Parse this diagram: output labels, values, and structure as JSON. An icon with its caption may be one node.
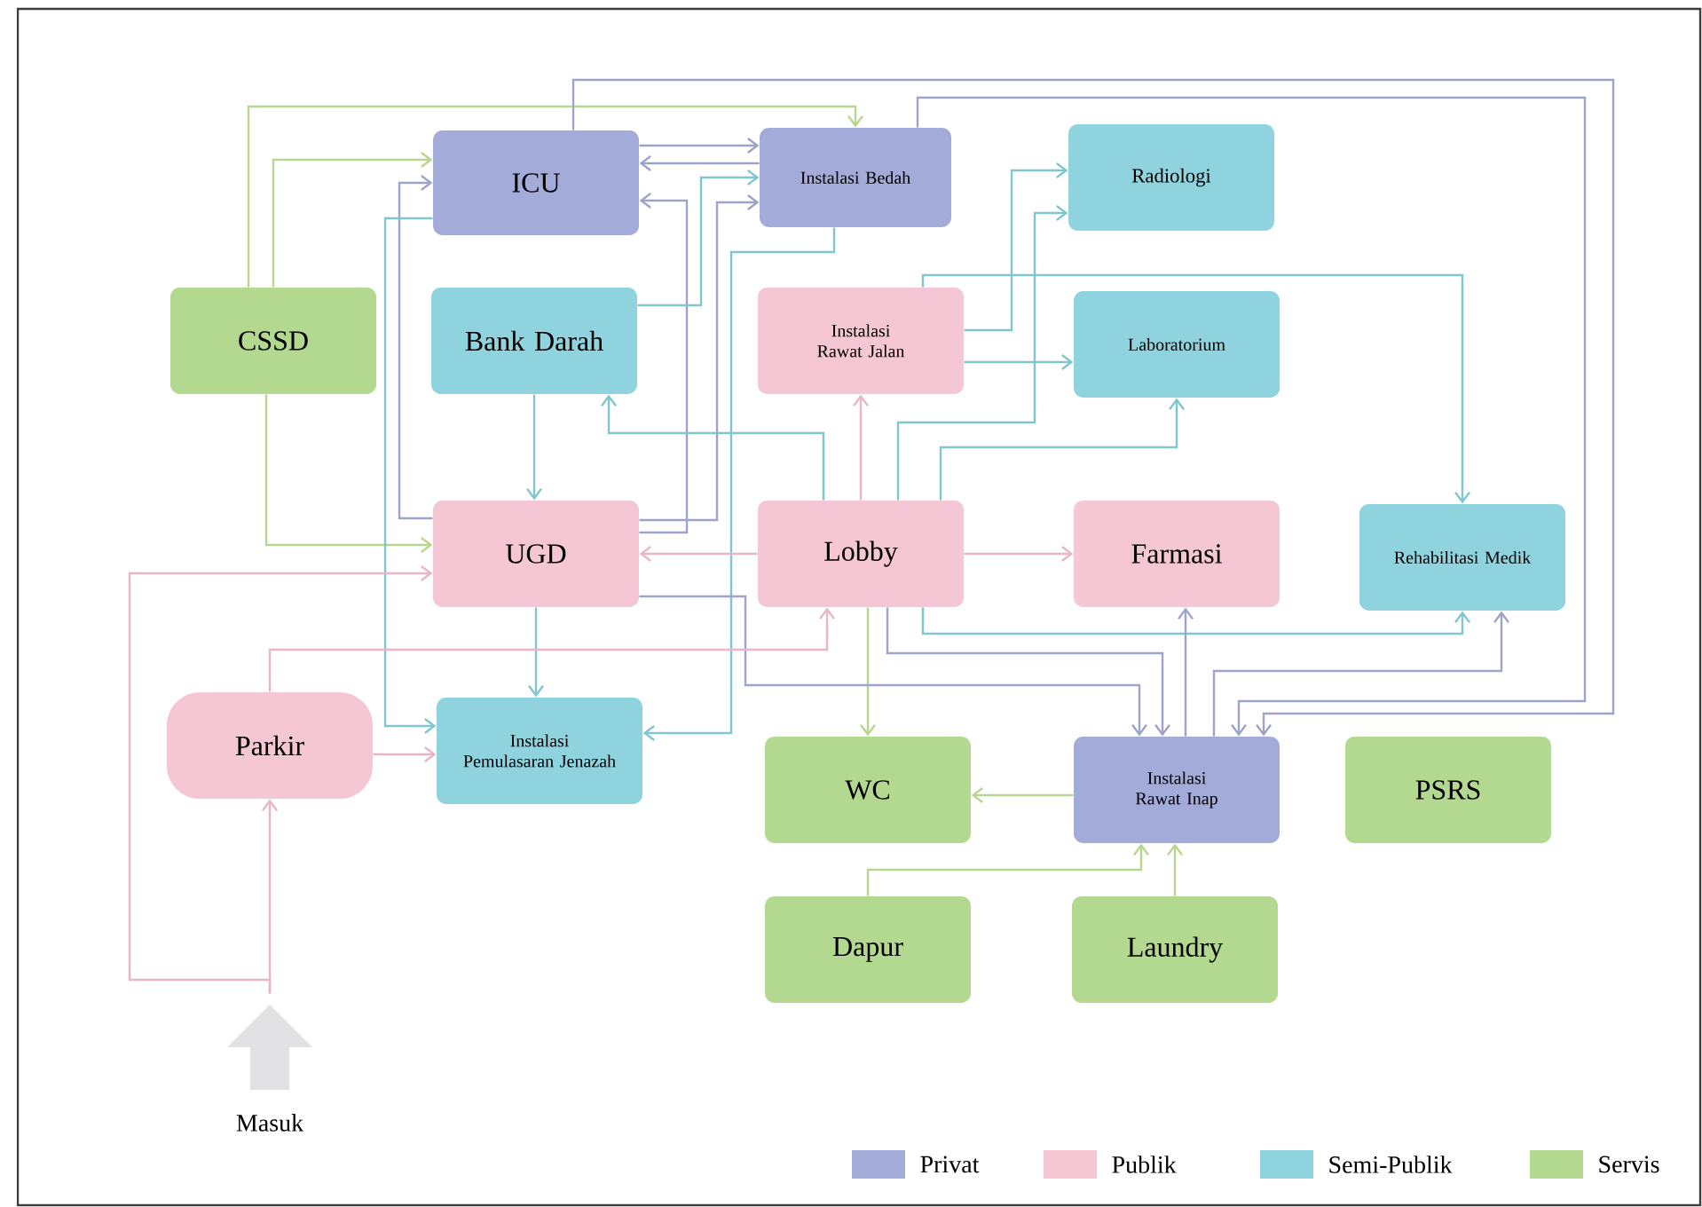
{
  "diagram": {
    "nodes": [
      {
        "text": [
          "ICU"
        ]
      },
      {
        "text": [
          "Instalasi Bedah"
        ]
      },
      {
        "text": [
          "Radiologi"
        ]
      },
      {
        "text": [
          "CSSD"
        ]
      },
      {
        "text": [
          "Bank Darah"
        ]
      },
      {
        "text": [
          "Instalasi Rawat Jalan"
        ]
      },
      {
        "text": [
          "Laboratorium"
        ]
      },
      {
        "text": [
          "UGD"
        ]
      },
      {
        "text": [
          "Lobby"
        ]
      },
      {
        "text": [
          "Farmasi"
        ]
      },
      {
        "text": [
          "Rehabilitasi Medik"
        ]
      },
      {
        "text": [
          "Parkir"
        ]
      },
      {
        "text": [
          "Instalasi Pemulasaran Jenazah"
        ]
      },
      {
        "text": [
          "WC"
        ]
      },
      {
        "text": [
          "Instalasi Rawat Inap"
        ]
      },
      {
        "text": [
          "PSRS"
        ]
      },
      {
        "text": [
          "Dapur"
        ]
      },
      {
        "text": [
          "Laundry"
        ]
      },
      {
        "text": [
          "Masuk"
        ]
      }
    ],
    "edges": [
      {
        "from": 3,
        "to": 0,
        "arrow": "to",
        "color": "#b8d68f"
      },
      {
        "from": 3,
        "to": 1,
        "arrow": "to",
        "color": "#b8d68f"
      },
      {
        "from": 3,
        "to": 7,
        "arrow": "to",
        "color": "#b8d68f"
      },
      {
        "from": 0,
        "to": 1,
        "arrow": "to",
        "color": "#9ea3c9"
      },
      {
        "from": 1,
        "to": 0,
        "arrow": "to",
        "color": "#9ea3c9"
      },
      {
        "from": 0,
        "to": 14,
        "arrow": "to",
        "color": "#9ea3c9"
      },
      {
        "from": 1,
        "to": 14,
        "arrow": "to",
        "color": "#9ea3c9"
      },
      {
        "from": 7,
        "to": 0,
        "arrow": "to",
        "color": "#9ea3c9"
      },
      {
        "from": 7,
        "to": 1,
        "arrow": "to",
        "color": "#9ea3c9"
      },
      {
        "from": 7,
        "to": 0,
        "arrow": "to",
        "color": "#9ea3c9"
      },
      {
        "from": 0,
        "to": 12,
        "arrow": "to"
      },
      {
        "from": 4,
        "to": 1,
        "arrow": "to"
      },
      {
        "from": 4,
        "to": 7,
        "arrow": "to"
      },
      {
        "from": 1,
        "to": 12,
        "arrow": "to"
      },
      {
        "from": 8,
        "to": 4,
        "arrow": "to"
      },
      {
        "from": 8,
        "to": 5,
        "arrow": "to",
        "color": "#eab5c6"
      },
      {
        "from": 8,
        "to": 2,
        "arrow": "to"
      },
      {
        "from": 8,
        "to": 6,
        "arrow": "to"
      },
      {
        "from": 5,
        "to": 2,
        "arrow": "to"
      },
      {
        "from": 5,
        "to": 6,
        "arrow": "to"
      },
      {
        "from": 5,
        "to": 10,
        "arrow": "to"
      },
      {
        "from": 8,
        "to": 7,
        "arrow": "to",
        "color": "#eab5c6"
      },
      {
        "from": 8,
        "to": 9,
        "arrow": "to",
        "color": "#eab5c6"
      },
      {
        "from": 8,
        "to": 10,
        "arrow": "to"
      },
      {
        "from": 8,
        "to": 14,
        "arrow": "to",
        "color": "#9ea3c9"
      },
      {
        "from": 8,
        "to": 13,
        "arrow": "to",
        "color": "#b8d68f"
      },
      {
        "from": 14,
        "to": 9,
        "arrow": "to",
        "color": "#9ea3c9"
      },
      {
        "from": 14,
        "to": 10,
        "arrow": "to",
        "color": "#9ea3c9"
      },
      {
        "from": 7,
        "to": 14,
        "arrow": "to",
        "color": "#9ea3c9"
      },
      {
        "from": 7,
        "to": 12,
        "arrow": "to"
      },
      {
        "from": 11,
        "to": 12,
        "arrow": "to",
        "color": "#eab5c6"
      },
      {
        "from": 11,
        "to": 8,
        "arrow": "to",
        "color": "#eab5c6"
      },
      {
        "from": 14,
        "to": 13,
        "arrow": "to",
        "color": "#b8d68f"
      },
      {
        "from": 16,
        "to": 14,
        "arrow": "to",
        "color": "#b8d68f"
      },
      {
        "from": 17,
        "to": 14,
        "arrow": "to",
        "color": "#b8d68f"
      },
      {
        "from": 18,
        "to": 11,
        "arrow": "to",
        "color": "#eab5c6"
      },
      {
        "from": 18,
        "to": 7,
        "arrow": "to",
        "color": "#eab5c6"
      }
    ],
    "legend": [
      {
        "text": "Privat",
        "color": "#a3acd9"
      },
      {
        "text": "Publik",
        "color": "#f5c6d3"
      },
      {
        "text": "Semi-Publik",
        "color": "#8fd3df"
      },
      {
        "text": "Servis",
        "color": "#b3d88f"
      }
    ]
  }
}
